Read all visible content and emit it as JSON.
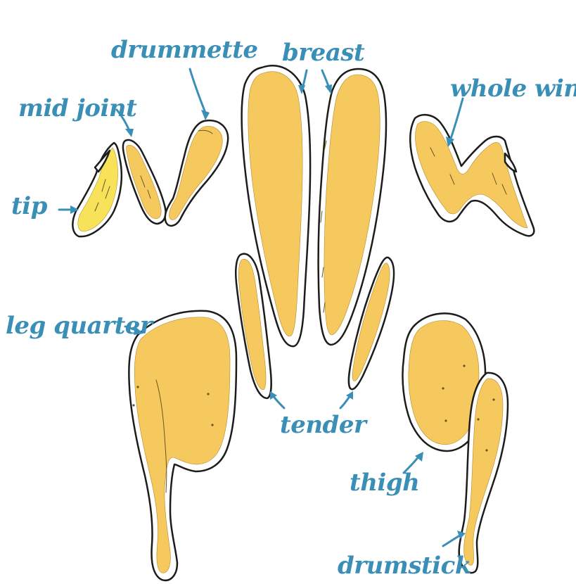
{
  "colors": {
    "label": "#3a8fb7",
    "meat": "#f6c95f",
    "tip": "#f7e25a",
    "outline": "#1c1c1c"
  },
  "labels": {
    "drummette": "drummette",
    "breast": "breast",
    "mid_joint": "mid joint",
    "whole_wing": "whole wing",
    "tip": "tip",
    "leg_quarter": "leg quarter",
    "tender": "tender",
    "thigh": "thigh",
    "drumstick": "drumstick"
  }
}
